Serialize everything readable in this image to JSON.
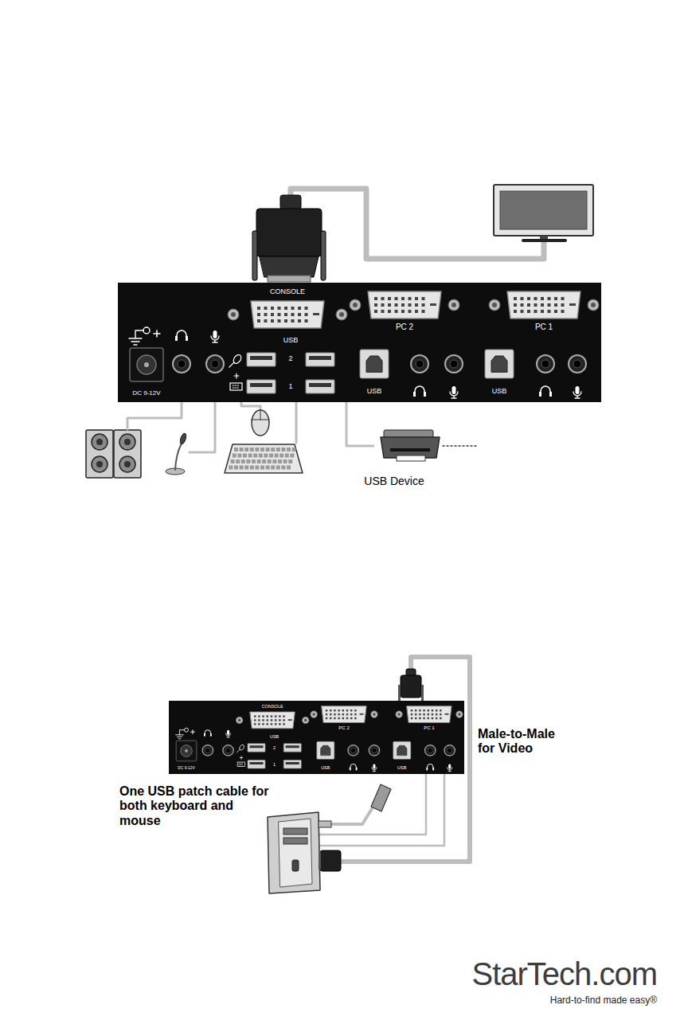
{
  "diagram": {
    "nodes": [
      {
        "text": [
          "CONSOLE",
          "USB",
          "2",
          "1",
          "PC 2",
          "PC 1",
          "DC 9-12V",
          "USB",
          "USB"
        ]
      },
      {
        "text": [
          "USB Device"
        ]
      },
      {
        "text": [
          "CONSOLE",
          "USB",
          "2",
          "1",
          "PC 2",
          "PC 1",
          "DC 9-12V",
          "USB",
          "USB"
        ]
      }
    ],
    "edges": [
      {
        "from": 0,
        "to": 1,
        "arrow": "none"
      }
    ],
    "labels": [
      "Male-to-Male for Video",
      "One USB patch cable for both keyboard and mouse",
      "StarTech.com",
      "Hard-to-find made easy®"
    ]
  }
}
